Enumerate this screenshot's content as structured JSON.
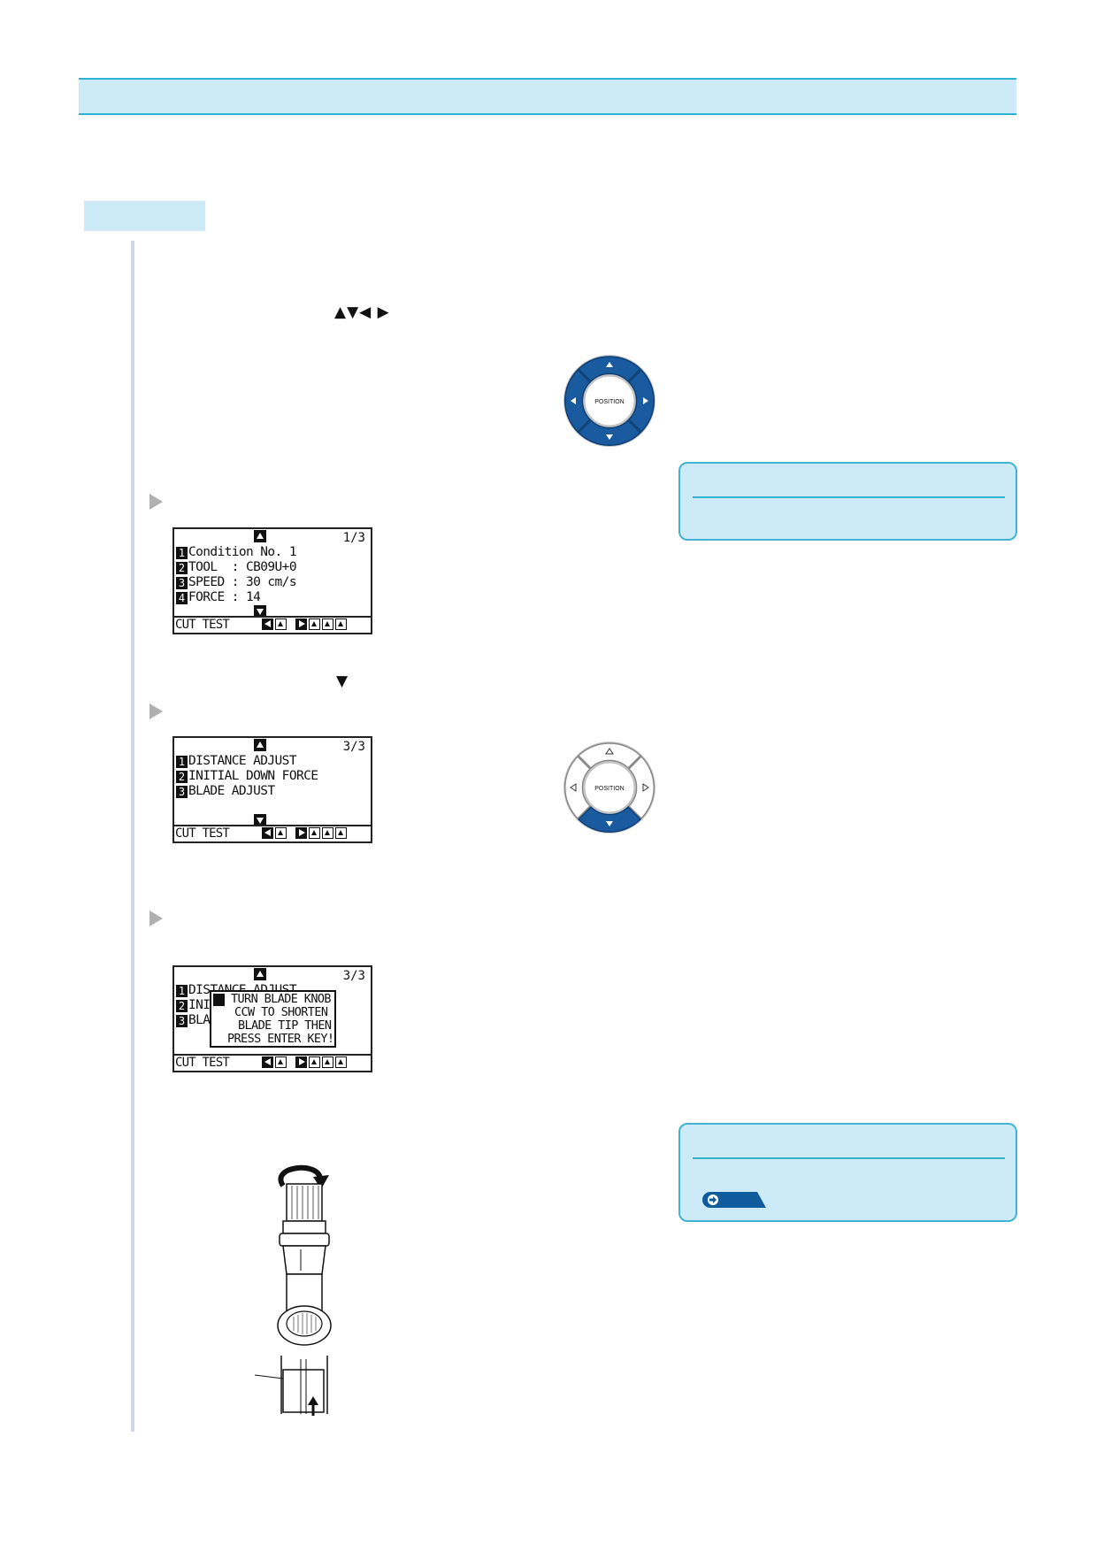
{
  "controls": {
    "position_arrows": "▲▼◀ ▶",
    "down_arrow": "▼",
    "dpad_label": "POSITION"
  },
  "screens": [
    {
      "page": "1/3",
      "lines": [
        "Condition No. 1",
        "TOOL  : CB09U+0",
        "SPEED : 30 cm/s",
        "FORCE : 14"
      ],
      "numbers": [
        "1",
        "2",
        "3",
        "4"
      ],
      "footer": "CUT TEST"
    },
    {
      "page": "3/3",
      "lines": [
        "DISTANCE ADJUST",
        "INITIAL DOWN FORCE",
        "BLADE ADJUST"
      ],
      "numbers": [
        "1",
        "2",
        "3"
      ],
      "footer": "CUT TEST"
    },
    {
      "page": "3/3",
      "lines": [
        "DISTANCE ADJUST",
        "INI",
        "BLA"
      ],
      "numbers": [
        "1",
        "2",
        "3"
      ],
      "footer": "CUT TEST",
      "popup": [
        "TURN BLADE KNOB",
        "CCW TO SHORTEN",
        "BLADE TIP THEN",
        "PRESS ENTER KEY!"
      ]
    }
  ],
  "colors": {
    "header_fill": "#cdeaf8",
    "header_border": "#2bb3d1",
    "dpad_blue": "#1a5a9e",
    "dpad_grey": "#c8c8c8",
    "note_border": "#42b3d3",
    "ref_tag": "#0f5b9c"
  }
}
